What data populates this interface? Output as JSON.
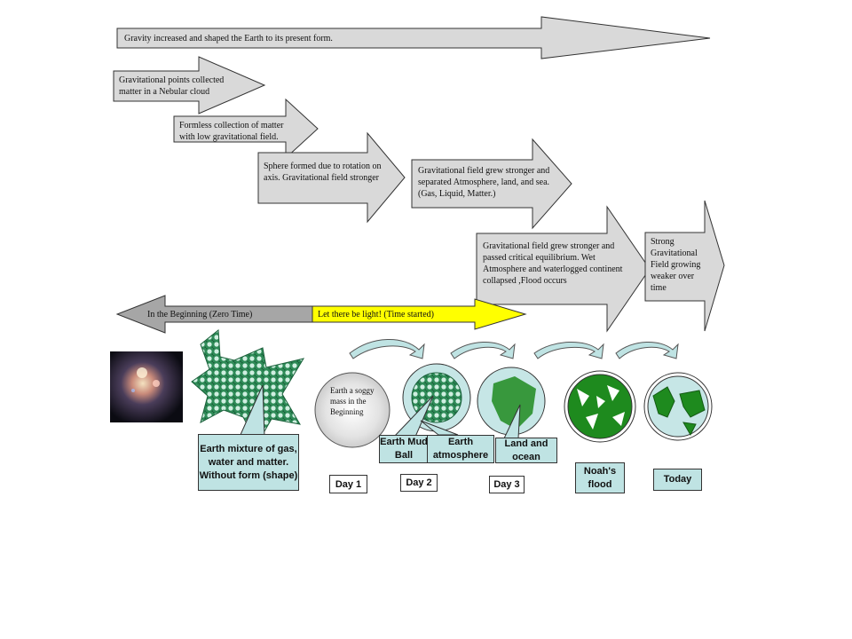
{
  "arrows": {
    "gravity_increased": "Gravity increased and shaped the Earth to its present form.",
    "gravitational_points": "Gravitational points collected matter in a Nebular cloud",
    "formless_collection": "Formless collection of matter with low gravitational field.",
    "sphere_formed": "Sphere formed due to rotation on axis. Gravitational field stronger",
    "field_separated": "Gravitational field grew stronger and separated Atmosphere, land, and sea. (Gas, Liquid, Matter.)",
    "critical_equilibrium": "Gravitational field grew stronger and passed critical equilibrium. Wet Atmosphere and waterlogged continent collapsed ,Flood occurs",
    "strong_field": "Strong Gravitational Field growing weaker over time",
    "beginning": "In the Beginning (Zero Time)",
    "let_there_be_light": "Let there be light! (Time started)"
  },
  "labels": {
    "earth_mixture": "Earth mixture of gas, water and matter. Without form (shape)",
    "soggy_mass": "Earth a soggy mass in the Beginning",
    "mud_ball": "Earth Mud Ball",
    "earth_atmosphere": "Earth atmosphere",
    "land_ocean": "Land and ocean",
    "noahs_flood": "Noah's flood",
    "today": "Today",
    "day1": "Day 1",
    "day2": "Day 2",
    "day3": "Day 3"
  },
  "colors": {
    "arrow_gray": "#d9d9d9",
    "arrow_dark": "#a6a6a6",
    "light_yellow": "#ffff00",
    "label_teal": "#bfe3e3",
    "earth_green": "#1e8a1e",
    "ocean": "#c6e6e6"
  }
}
